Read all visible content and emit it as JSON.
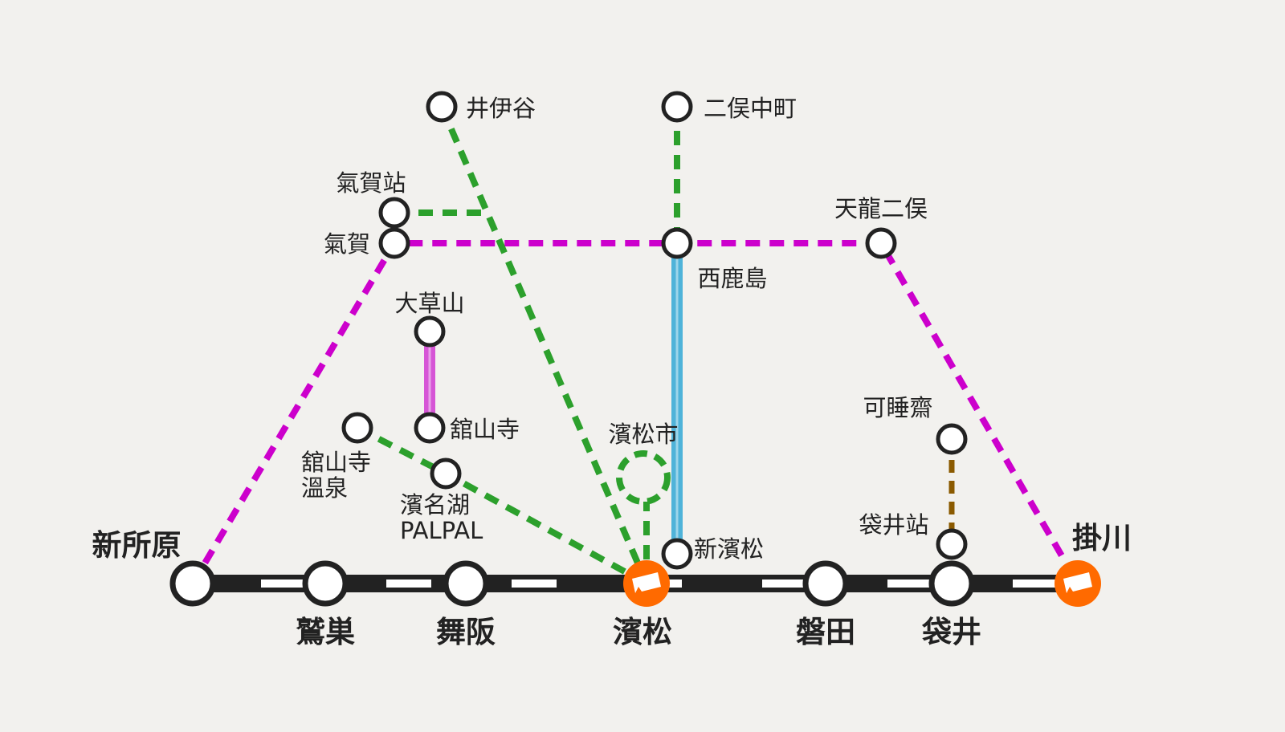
{
  "colors": {
    "background": "#f2f1ee",
    "main_line": "#222222",
    "magenta_line": "#cc00cc",
    "green_line": "#2ca02c",
    "blue_line": "#4fb3d9",
    "pink_line": "#d655d6",
    "brown_line": "#8b5a00",
    "terminal_orange": "#ff6a00"
  },
  "main_stations": [
    {
      "id": "shinjohara",
      "name": "新所原"
    },
    {
      "id": "washizu",
      "name": "鷲巣"
    },
    {
      "id": "maisaka",
      "name": "舞阪"
    },
    {
      "id": "hamamatsu",
      "name": "濱松",
      "icon": "train-terminal-icon"
    },
    {
      "id": "iwata",
      "name": "磐田"
    },
    {
      "id": "fukuroi",
      "name": "袋井"
    },
    {
      "id": "kakegawa",
      "name": "掛川",
      "icon": "train-terminal-icon"
    }
  ],
  "branch_stations": [
    {
      "id": "iinoya",
      "name": "井伊谷"
    },
    {
      "id": "futamatanakamachi",
      "name": "二俣中町"
    },
    {
      "id": "kigastation",
      "name": "氣賀站"
    },
    {
      "id": "kiga",
      "name": "氣賀"
    },
    {
      "id": "nishikajima",
      "name": "西鹿島"
    },
    {
      "id": "tenryufutamata",
      "name": "天龍二俣"
    },
    {
      "id": "okusayama",
      "name": "大草山"
    },
    {
      "id": "kanzanji",
      "name": "舘山寺"
    },
    {
      "id": "kanzanjionsen",
      "name": "舘山寺",
      "name2": "溫泉"
    },
    {
      "id": "palpal",
      "name": "濱名湖",
      "name2": "PALPAL"
    },
    {
      "id": "hamamatsushi",
      "name": "濱松市"
    },
    {
      "id": "shinhamamatsu",
      "name": "新濱松"
    },
    {
      "id": "kasuisai",
      "name": "可睡齋"
    },
    {
      "id": "fukuroistation",
      "name": "袋井站"
    }
  ]
}
